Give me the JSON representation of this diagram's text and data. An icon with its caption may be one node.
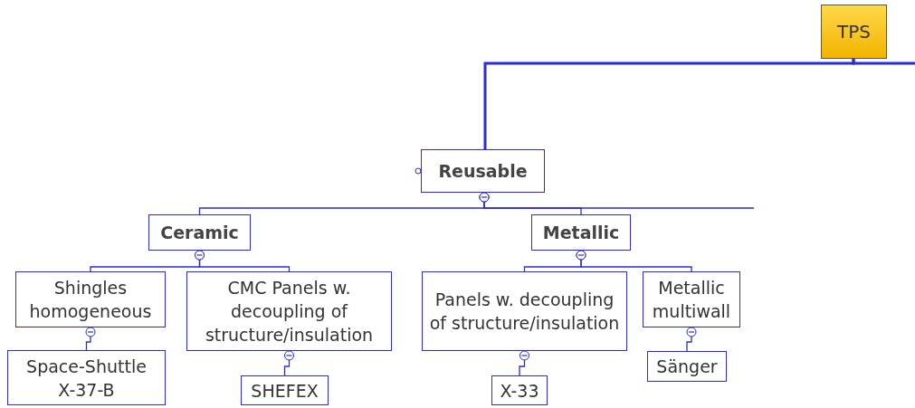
{
  "diagram": {
    "nodes": [
      {
        "text": [
          "TPS"
        ]
      },
      {
        "text": [
          "Reusable"
        ]
      },
      {
        "text": [
          "Ceramic"
        ]
      },
      {
        "text": [
          "Metallic"
        ]
      },
      {
        "text": [
          "Shingles homogeneous"
        ]
      },
      {
        "text": [
          "CMC Panels w. decoupling of structure/insulation"
        ]
      },
      {
        "text": [
          "Panels w. decoupling of structure/insulation"
        ]
      },
      {
        "text": [
          "Metallic multiwall"
        ]
      },
      {
        "text": [
          "Space-Shuttle X-37-B"
        ]
      },
      {
        "text": [
          "SHEFEX"
        ]
      },
      {
        "text": [
          "X-33"
        ]
      },
      {
        "text": [
          "Sänger"
        ]
      }
    ],
    "edges": [
      {
        "from": 0,
        "to": 1,
        "arrow": "none",
        "style": "thick"
      },
      {
        "from": 0,
        "to": null,
        "arrow": "none",
        "style": "thick"
      },
      {
        "from": 1,
        "to": 2,
        "arrow": "other"
      },
      {
        "from": 1,
        "to": 3,
        "arrow": "other"
      },
      {
        "from": 1,
        "to": null,
        "arrow": "other"
      },
      {
        "from": 2,
        "to": 4,
        "arrow": "other"
      },
      {
        "from": 2,
        "to": 5,
        "arrow": "other"
      },
      {
        "from": 3,
        "to": 6,
        "arrow": "other"
      },
      {
        "from": 3,
        "to": 7,
        "arrow": "other"
      },
      {
        "from": 4,
        "to": 8,
        "arrow": "other"
      },
      {
        "from": 5,
        "to": 9,
        "arrow": "other"
      },
      {
        "from": 6,
        "to": 10,
        "arrow": "other"
      },
      {
        "from": 7,
        "to": 11,
        "arrow": "other"
      }
    ]
  }
}
